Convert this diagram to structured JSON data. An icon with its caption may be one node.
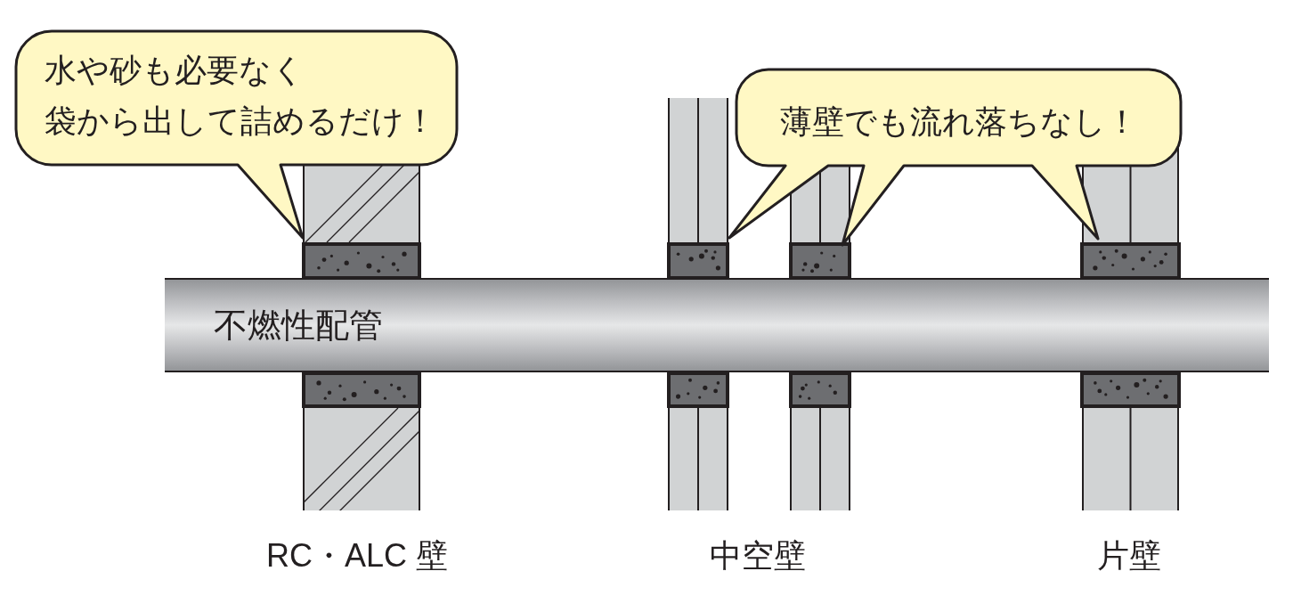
{
  "diagram": {
    "nodes": [
      {
        "text": [
          "水や砂も必要なく袋から出して詰めるだけ！"
        ]
      },
      {
        "text": [
          "薄壁でも流れ落ちなし！"
        ]
      },
      {
        "text": [
          "不燃性配管"
        ]
      }
    ],
    "labels": [
      "RC・ALC 壁",
      "中空壁",
      "片壁"
    ]
  }
}
